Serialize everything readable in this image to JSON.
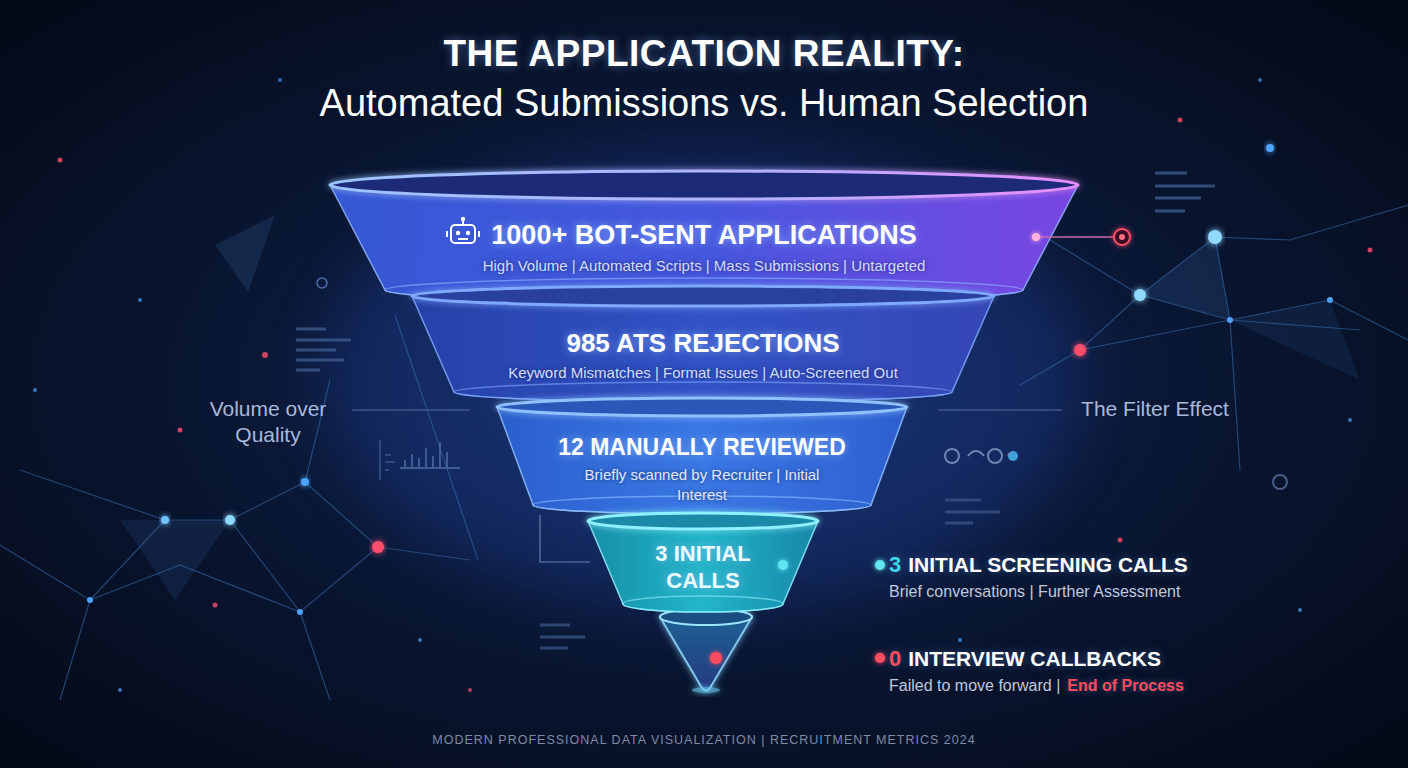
{
  "diagram": {
    "title": "THE APPLICATION REALITY:",
    "caption": "MODERN PROFESSIONAL DATA VISUALIZATION | RECRUITMENT METRICS 2024",
    "nodes": [
      {
        "text": [
          "1000+ BOT-SENT APPLICATIONS",
          "High Volume | Automated Scripts | Mass Submissions | Untargeted"
        ]
      },
      {
        "text": [
          "985 ATS REJECTIONS",
          "Keyword Mismatches | Format Issues | Auto-Screened Out"
        ]
      },
      {
        "text": [
          "12 MANUALLY REVIEWED",
          "Briefly scanned by Recruiter | Initial Interest"
        ]
      },
      {
        "text": [
          "3 INITIAL CALLS"
        ]
      }
    ],
    "labels": [
      "Automated Submissions vs. Human Selection",
      "Volume over Quality",
      "The Filter Effect",
      "3",
      "INITIAL SCREENING CALLS",
      "Brief conversations | Further Assessment",
      "0",
      "INTERVIEW CALLBACKS",
      "Failed to move forward |",
      "End of Process"
    ]
  }
}
